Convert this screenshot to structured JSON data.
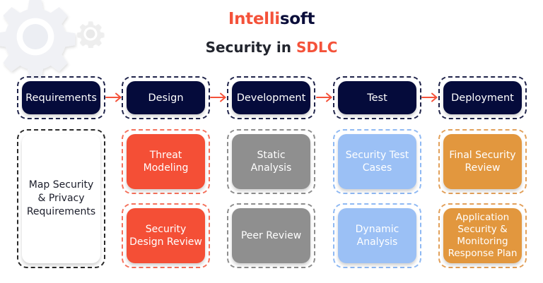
{
  "brand": {
    "part1": "Intelli",
    "part2": "soft"
  },
  "title": {
    "prefix": "Security in ",
    "accent": "SDLC"
  },
  "colors": {
    "brand_red": "#f4523a",
    "navy": "#050b3b",
    "design_red": "#f44f36",
    "development_grey": "#8f8f8f",
    "test_blue": "#9bc0f5",
    "deployment_orange": "#e2973e"
  },
  "decorations": [
    "gear-icon-large",
    "gear-icon-small"
  ],
  "phases": [
    {
      "label": "Requirements",
      "activities": [
        "Map Security\n& Privacy\nRequirements"
      ]
    },
    {
      "label": "Design",
      "activities": [
        "Threat\nModeling",
        "Security\nDesign Review"
      ]
    },
    {
      "label": "Development",
      "activities": [
        "Static\nAnalysis",
        "Peer Review"
      ]
    },
    {
      "label": "Test",
      "activities": [
        "Security Test\nCases",
        "Dynamic\nAnalysis"
      ]
    },
    {
      "label": "Deployment",
      "activities": [
        "Final Security\nReview",
        "Application\nSecurity &\nMonitoring\nResponse Plan"
      ]
    }
  ],
  "arrows": [
    "right-arrow-icon",
    "right-arrow-icon",
    "right-arrow-icon",
    "right-arrow-icon"
  ]
}
